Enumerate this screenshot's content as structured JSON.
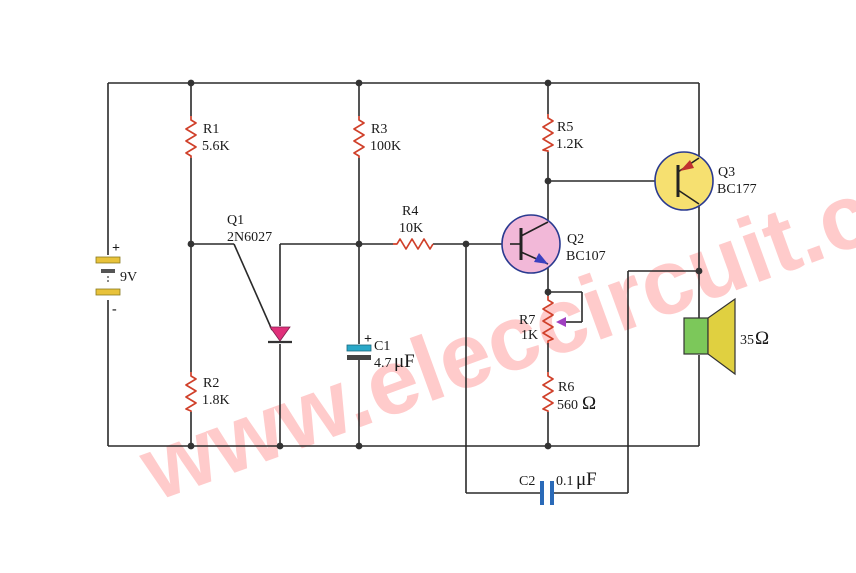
{
  "watermark": "www.eleccircuit.com",
  "components": {
    "r1": {
      "name": "R1",
      "value": "5.6K"
    },
    "r2": {
      "name": "R2",
      "value": "1.8K"
    },
    "r3": {
      "name": "R3",
      "value": "100K"
    },
    "r4": {
      "name": "R4",
      "value": "10K"
    },
    "r5": {
      "name": "R5",
      "value": "1.2K"
    },
    "r6": {
      "name": "R6",
      "value": "560",
      "unit": "Ω"
    },
    "r7": {
      "name": "R7",
      "value": "1K"
    },
    "c1": {
      "name": "C1",
      "value": "4.7",
      "unit": "μF"
    },
    "c2": {
      "name": "C2",
      "value": "0.1",
      "unit": "μF"
    },
    "q1": {
      "name": "Q1",
      "value": "2N6027"
    },
    "q2": {
      "name": "Q2",
      "value": "BC107"
    },
    "q3": {
      "name": "Q3",
      "value": "BC177"
    },
    "battery": {
      "value": "9V",
      "plus": "+",
      "minus": "-"
    },
    "c1_plus": "+",
    "speaker": {
      "value": "35",
      "unit": "Ω"
    }
  },
  "colors": {
    "wire": "#2a2a2a",
    "resistor": "#d0402a",
    "battery": "#e8c23a",
    "capacitor": "#2aa8c8",
    "transistor_q2": "#f2b8d8",
    "transistor_q3": "#f6e070",
    "speaker_box": "#7cc85a",
    "speaker_cone": "#e0d040",
    "watermark": "#ff8c8c"
  }
}
